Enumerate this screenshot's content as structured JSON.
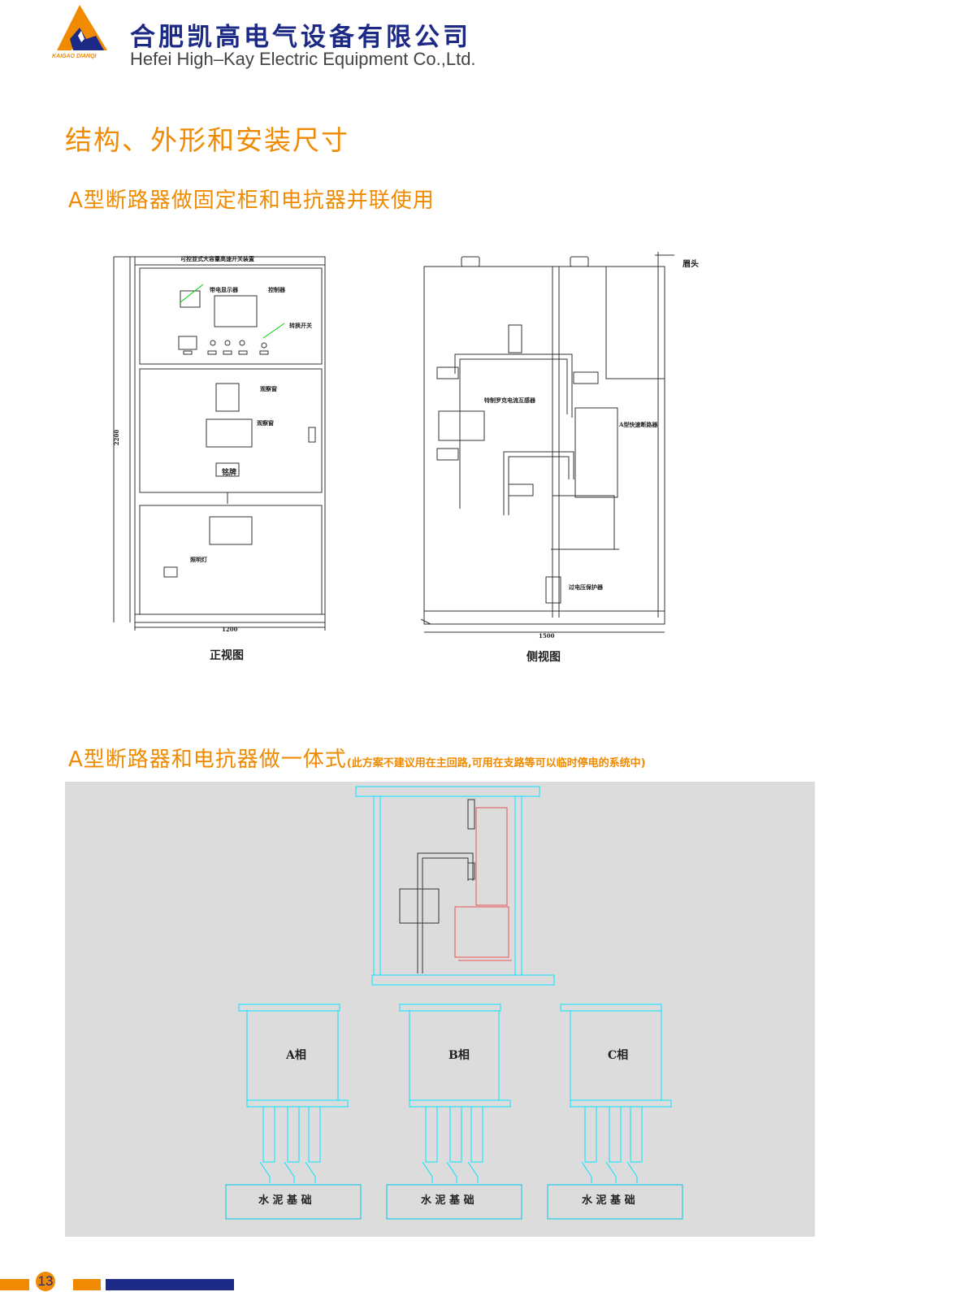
{
  "header": {
    "company_cn": "合肥凯高电气设备有限公司",
    "company_en": "Hefei High–Kay Electric Equipment Co.,Ltd.",
    "logo_text_a": "KAIGAO",
    "logo_text_b": "DIANQI"
  },
  "title": "结构、外形和安装尺寸",
  "section1": {
    "heading": "A型断路器做固定柜和电抗器并联使用",
    "front_view": {
      "caption": "正视图",
      "top_label": "可控並式大容量高速开关装置",
      "label_display": "带电显示器",
      "label_controller": "控制器",
      "label_switch": "转换开关",
      "label_window": "观察窗",
      "label_viewwin": "观察窗",
      "label_nameplate": "铭牌",
      "label_lamp": "照明灯",
      "dim_width": "1200",
      "dim_height": "2200"
    },
    "side_view": {
      "caption": "侧视图",
      "label_lintel": "眉头",
      "label_ct": "特制罗克电流互感器",
      "label_breaker": "A型快速断路器",
      "label_arrester": "过电压保护器",
      "dim_depth": "1500"
    }
  },
  "section2": {
    "heading": "A型断路器和电抗器做一体式",
    "note": "(此方案不建议用在主回路,可用在支路等可以临时停电的系统中)",
    "phases": [
      "A相",
      "B相",
      "C相"
    ],
    "base_label": "水 泥 基 础"
  },
  "footer": {
    "page_number": "13"
  },
  "colors": {
    "brand_orange": "#f08a00",
    "brand_blue": "#1c2a86",
    "cyan_line": "#00e5ff",
    "red_line": "#e8534f"
  }
}
